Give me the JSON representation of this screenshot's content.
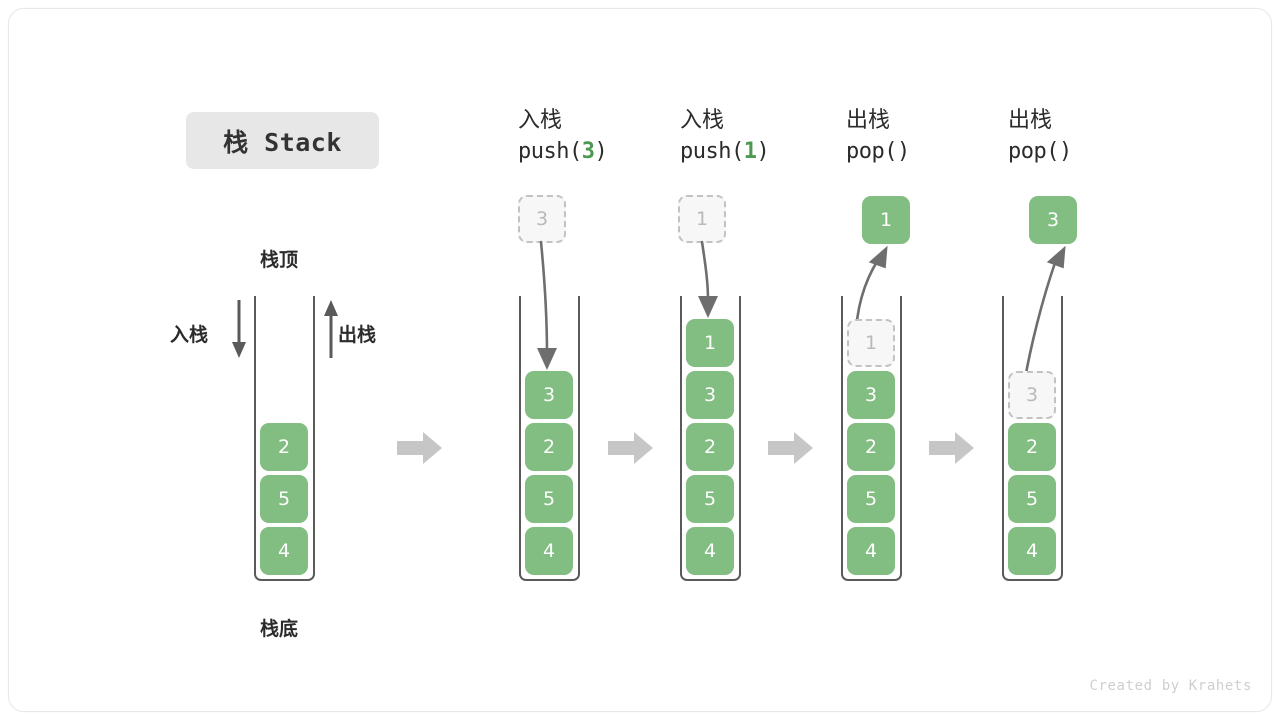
{
  "title": {
    "label": "栈 Stack"
  },
  "labels": {
    "top": "栈顶",
    "bottom": "栈底",
    "push": "入栈",
    "pop": "出栈"
  },
  "watermark": "Created by Krahets",
  "colors": {
    "element_green": "#82bd82",
    "accent_green": "#4c9a52",
    "ghost_border": "#c2c2c2",
    "ghost_fill": "#f7f7f7",
    "tube_stroke": "#5a5a5a",
    "arrow_gray": "#6e6e6e",
    "sep_arrow_gray": "#c6c6c6",
    "chip_bg": "#e7e7e7",
    "text_dark": "#2b2b2b"
  },
  "columns": [
    {
      "id": "initial",
      "header_line1": "",
      "header_line2": "",
      "header_arg": "",
      "stack": [
        "2",
        "5",
        "4"
      ],
      "floating": null,
      "incoming_ghost": null,
      "ghost_in_stack": null
    },
    {
      "id": "push-3",
      "header_line1": "入栈",
      "header_line2_prefix": "push(",
      "header_arg": "3",
      "header_line2_suffix": ")",
      "stack": [
        "3",
        "2",
        "5",
        "4"
      ],
      "floating": null,
      "incoming_ghost": "3",
      "ghost_in_stack": null
    },
    {
      "id": "push-1",
      "header_line1": "入栈",
      "header_line2_prefix": "push(",
      "header_arg": "1",
      "header_line2_suffix": ")",
      "stack": [
        "1",
        "3",
        "2",
        "5",
        "4"
      ],
      "floating": null,
      "incoming_ghost": "1",
      "ghost_in_stack": null
    },
    {
      "id": "pop-1",
      "header_line1": "出栈",
      "header_line2_prefix": "pop(",
      "header_arg": "",
      "header_line2_suffix": ")",
      "stack": [
        "3",
        "2",
        "5",
        "4"
      ],
      "floating": "1",
      "incoming_ghost": null,
      "ghost_in_stack": "1"
    },
    {
      "id": "pop-3",
      "header_line1": "出栈",
      "header_line2_prefix": "pop(",
      "header_arg": "",
      "header_line2_suffix": ")",
      "stack": [
        "2",
        "5",
        "4"
      ],
      "floating": "3",
      "incoming_ghost": null,
      "ghost_in_stack": "3"
    }
  ],
  "cells": {
    "c0_2": "2",
    "c0_5": "5",
    "c0_4": "4",
    "c1_ghost": "3",
    "c1_3": "3",
    "c1_2": "2",
    "c1_5": "5",
    "c1_4": "4",
    "c2_ghost": "1",
    "c2_1": "1",
    "c2_3": "3",
    "c2_2": "2",
    "c2_5": "5",
    "c2_4": "4",
    "c3_float": "1",
    "c3_ghost": "1",
    "c3_3": "3",
    "c3_2": "2",
    "c3_5": "5",
    "c3_4": "4",
    "c4_float": "3",
    "c4_ghost": "3",
    "c4_2": "2",
    "c4_5": "5",
    "c4_4": "4"
  },
  "headers": {
    "h1_l1": "入栈",
    "h1_l2a": "push(",
    "h1_arg": "3",
    "h1_l2b": ")",
    "h2_l1": "入栈",
    "h2_l2a": "push(",
    "h2_arg": "1",
    "h2_l2b": ")",
    "h3_l1": "出栈",
    "h3_l2a": "pop(",
    "h3_arg": "",
    "h3_l2b": ")",
    "h4_l1": "出栈",
    "h4_l2a": "pop(",
    "h4_arg": "",
    "h4_l2b": ")"
  }
}
